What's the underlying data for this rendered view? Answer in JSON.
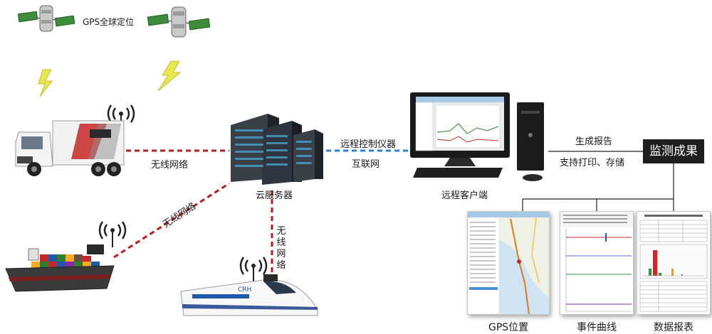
{
  "labels": {
    "gps": "GPS全球定位",
    "wireless_truck": "无线网络",
    "wireless_ship": "无线网络",
    "wireless_train": "无线网络",
    "cloud_server": "云服务器",
    "remote_instrument": "远程控制仪器",
    "internet": "互联网",
    "remote_client": "远程客户端",
    "generate_report": "生成报告",
    "print_store": "支持打印、存储",
    "results": "监测成果",
    "gps_position": "GPS位置",
    "event_curve": "事件曲线",
    "data_report": "数据报表"
  },
  "colors": {
    "wireless_link": "#c0181a",
    "internet_link": "#2f7fd0",
    "result_box": "#1f1f1f",
    "lightning": "#e8e84a"
  }
}
